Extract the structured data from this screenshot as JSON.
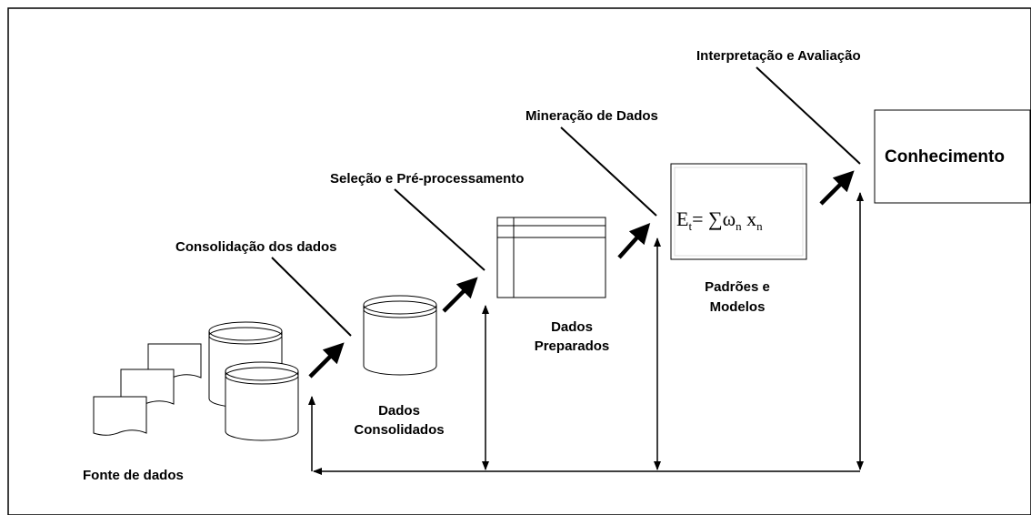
{
  "stages": {
    "consolidacao": "Consolidação dos dados",
    "selecao": "Seleção e Pré-processamento",
    "mineracao": "Mineração de Dados",
    "interpretacao": "Interpretação e Avaliação"
  },
  "nodes": {
    "fonte": "Fonte de dados",
    "consolidados_l1": "Dados",
    "consolidados_l2": "Consolidados",
    "preparados_l1": "Dados",
    "preparados_l2": "Preparados",
    "padroes_l1": "Padrões e",
    "padroes_l2": "Modelos",
    "conhecimento": "Conhecimento"
  },
  "formula": {
    "lhs": "E",
    "lhs_sub": "t",
    "eq": "= ∑ω",
    "w_sub": "n",
    "x": " x",
    "x_sub": "n"
  }
}
